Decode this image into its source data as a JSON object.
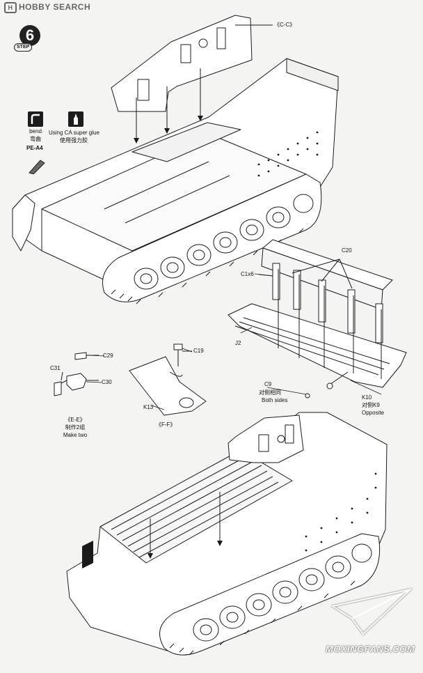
{
  "brand": {
    "logo_text": "H",
    "name": "HOBBY SEARCH"
  },
  "step": {
    "number": "6",
    "word": "STEP"
  },
  "legend": {
    "bend": {
      "en": "bend",
      "zh": "弯曲"
    },
    "glue": {
      "en": "Using CA super glue",
      "zh": "使用强力胶"
    },
    "pe_part": "PE-A4"
  },
  "callouts": {
    "cc": "《C-C》",
    "c20": "C20",
    "c1x6": "C1x6",
    "j2": "J2",
    "c9": "C9",
    "both_sides_zh": "对侧相同",
    "both_sides_en": "Both sides",
    "k10": "K10",
    "opposite_zh": "对侧K9",
    "opposite_en": "Opposite",
    "c29": "C29",
    "c31": "C31",
    "c30": "C30",
    "ee": "《E-E》",
    "make_two_zh": "制作2组",
    "make_two_en": "Make two",
    "c19": "C19",
    "k13": "K13",
    "ff": "《F-F》"
  },
  "watermark": "MOXINGFANS.COM",
  "colors": {
    "ink": "#1a1a1a",
    "paper": "#f4f4f2",
    "fill_light": "#ffffff"
  }
}
